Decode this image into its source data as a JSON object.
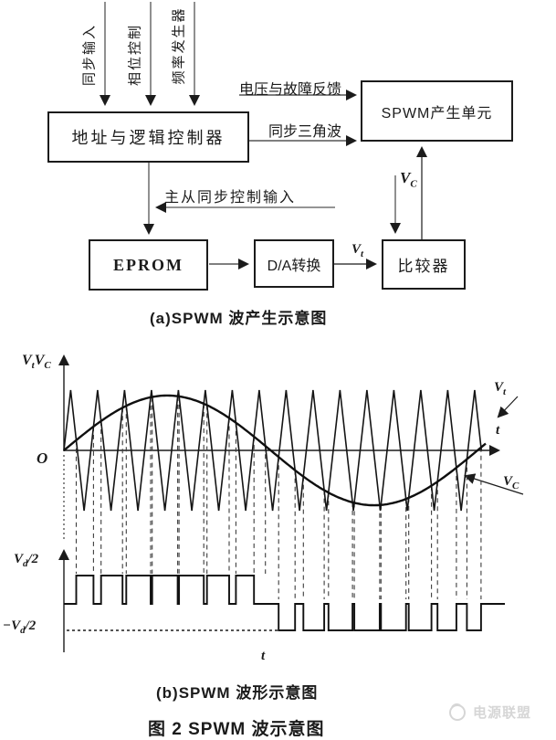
{
  "colors": {
    "ink": "#1b1b1b",
    "gray_line": "#555555",
    "dash_line": "#3c3c3c",
    "watermark": "#d6d6d6",
    "background": "#ffffff"
  },
  "figure": {
    "caption": "图 2  SPWM 波示意图",
    "watermark_text": "电源联盟"
  },
  "block_diagram": {
    "caption": "(a)SPWM 波产生示意图",
    "input_labels": [
      "同步输入",
      "相位控制",
      "频率发生器"
    ],
    "boxes": {
      "controller": "地址与逻辑控制器",
      "spwm_unit": "SPWM产生单元",
      "eprom": "EPROM",
      "dac": "D/A转换",
      "comparator": "比较器"
    },
    "signals": {
      "feedback": "电压与故障反馈",
      "sync_triangle": "同步三角波",
      "master_slave": "主从同步控制输入",
      "vt_main": "V",
      "vt_sub": "t",
      "vc_main": "V",
      "vc_sub": "C"
    }
  },
  "waveform": {
    "caption": "(b)SPWM 波形示意图",
    "labels": {
      "y_axis_v1": "V",
      "y_axis_s1": "t",
      "y_axis_v2": "V",
      "y_axis_s2": "C",
      "origin": "O",
      "t_axis": "t",
      "vt_main": "V",
      "vt_sub": "t",
      "vc_main": "V",
      "vc_sub": "C",
      "high_main": "V",
      "high_sub": "d",
      "high_rest": "/2",
      "low_main": "−V",
      "low_sub": "d",
      "low_rest": "/2",
      "t_axis2": "t"
    }
  },
  "chart_data": {
    "type": "line",
    "title": "SPWM 波形示意图",
    "xlabel": "t",
    "ylabel": "Vt,VC",
    "x_range": [
      0,
      1
    ],
    "grid": false,
    "legend": false,
    "series": [
      {
        "name": "Vt",
        "role": "triangular_carrier",
        "periods": 15.5,
        "amplitude": 1.0
      },
      {
        "name": "VC",
        "role": "sinusoidal_modulating_wave",
        "periods": 1.0,
        "amplitude": 0.91
      },
      {
        "name": "SPWM_output",
        "role": "comparator_pulse_train",
        "high_level": "Vd/2",
        "low_level": "-Vd/2"
      }
    ],
    "annotations": [
      "Vt",
      "VC",
      "O",
      "t",
      "Vd/2",
      "−Vd/2"
    ]
  }
}
